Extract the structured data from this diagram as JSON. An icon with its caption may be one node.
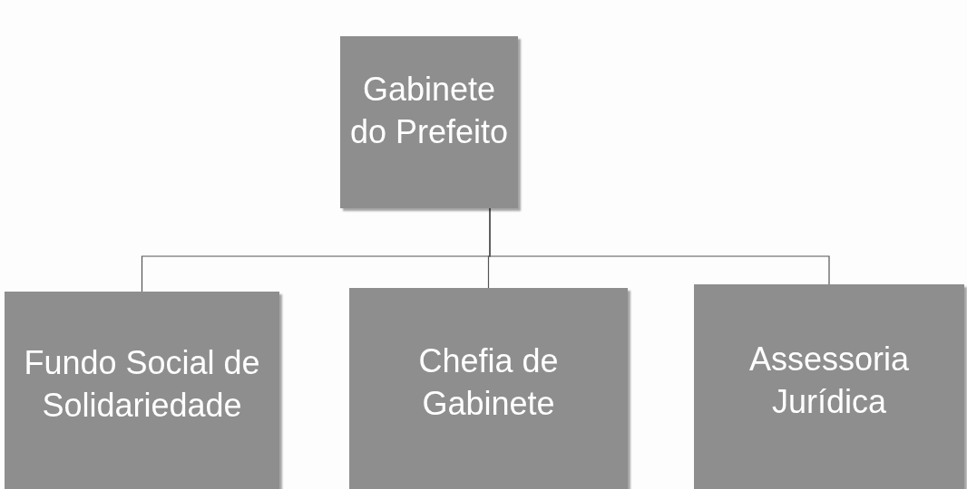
{
  "diagram": {
    "nodes": [
      {
        "text": [
          "Gabinete do Prefeito"
        ]
      },
      {
        "text": [
          "Fundo Social de Solidariedade"
        ]
      },
      {
        "text": [
          "Chefia de Gabinete"
        ]
      },
      {
        "text": [
          "Assessoria Jurídica"
        ]
      }
    ],
    "edges": [
      {
        "from": 0,
        "to": 1,
        "arrow": "none"
      },
      {
        "from": 0,
        "to": 2,
        "arrow": "none"
      },
      {
        "from": 0,
        "to": 3,
        "arrow": "none"
      }
    ]
  }
}
